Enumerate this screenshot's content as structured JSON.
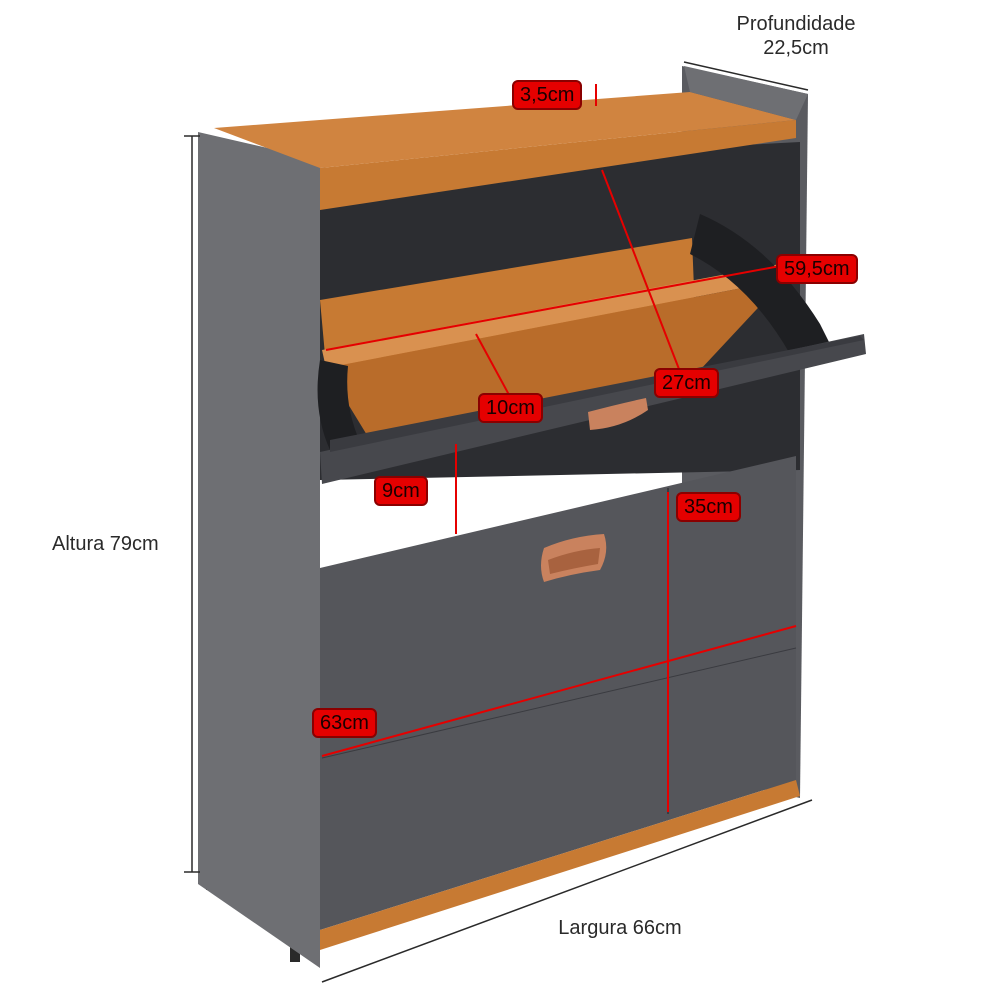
{
  "colors": {
    "panel_dark": "#55565b",
    "panel_side": "#6e6f73",
    "interior": "#2c2d31",
    "wood": "#c77a33",
    "wood_light": "#d99150",
    "wood_dark": "#a65f22",
    "handle": "#c9825e",
    "dim_red": "#e50000",
    "dim_line": "#2a2a2a"
  },
  "labels": {
    "depth_title": "Profundidade",
    "depth_value": "22,5cm",
    "height": "Altura 79cm",
    "width": "Largura 66cm"
  },
  "badges": {
    "top_rail": "3,5cm",
    "flap_diag": "59,5cm",
    "inner_10": "10cm",
    "inner_27": "27cm",
    "gap_9": "9cm",
    "lower_35": "35cm",
    "lower_63": "63cm"
  },
  "icons": [
    "drawer-handle-icon",
    "hinge-mechanism-icon"
  ]
}
